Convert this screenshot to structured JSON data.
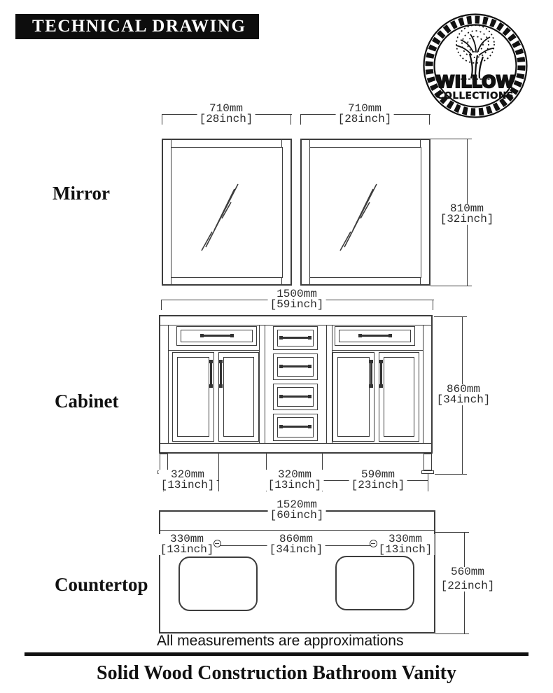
{
  "banner": {
    "title": "TECHNICAL DRAWING"
  },
  "logo": {
    "name": "WILLOW",
    "subname": "COLLECTIONS"
  },
  "colors": {
    "line": "#3d3d3d",
    "text": "#2b2b2b",
    "banner_bg": "#0d0d0d"
  },
  "mirror": {
    "label": "Mirror",
    "width_left_mm": "710mm",
    "width_left_in": "[28inch]",
    "width_right_mm": "710mm",
    "width_right_in": "[28inch]",
    "height_mm": "810mm",
    "height_in": "[32inch]"
  },
  "cabinet": {
    "label": "Cabinet",
    "width_mm": "1500mm",
    "width_in": "[59inch]",
    "height_mm": "860mm",
    "height_in": "[34inch]",
    "bottom_left_mm": "320mm",
    "bottom_left_in": "[13inch]",
    "bottom_mid_mm": "320mm",
    "bottom_mid_in": "[13inch]",
    "bottom_right_mm": "590mm",
    "bottom_right_in": "[23inch]"
  },
  "countertop": {
    "label": "Countertop",
    "width_mm": "1520mm",
    "width_in": "[60inch]",
    "left_mm": "330mm",
    "left_in": "[13inch]",
    "center_mm": "860mm",
    "center_in": "[34inch]",
    "right_mm": "330mm",
    "right_in": "[13inch]",
    "depth_mm": "560mm",
    "depth_in": "[22inch]"
  },
  "footer": {
    "note": "All measurements are approximations",
    "title": "Solid Wood Construction Bathroom Vanity"
  }
}
